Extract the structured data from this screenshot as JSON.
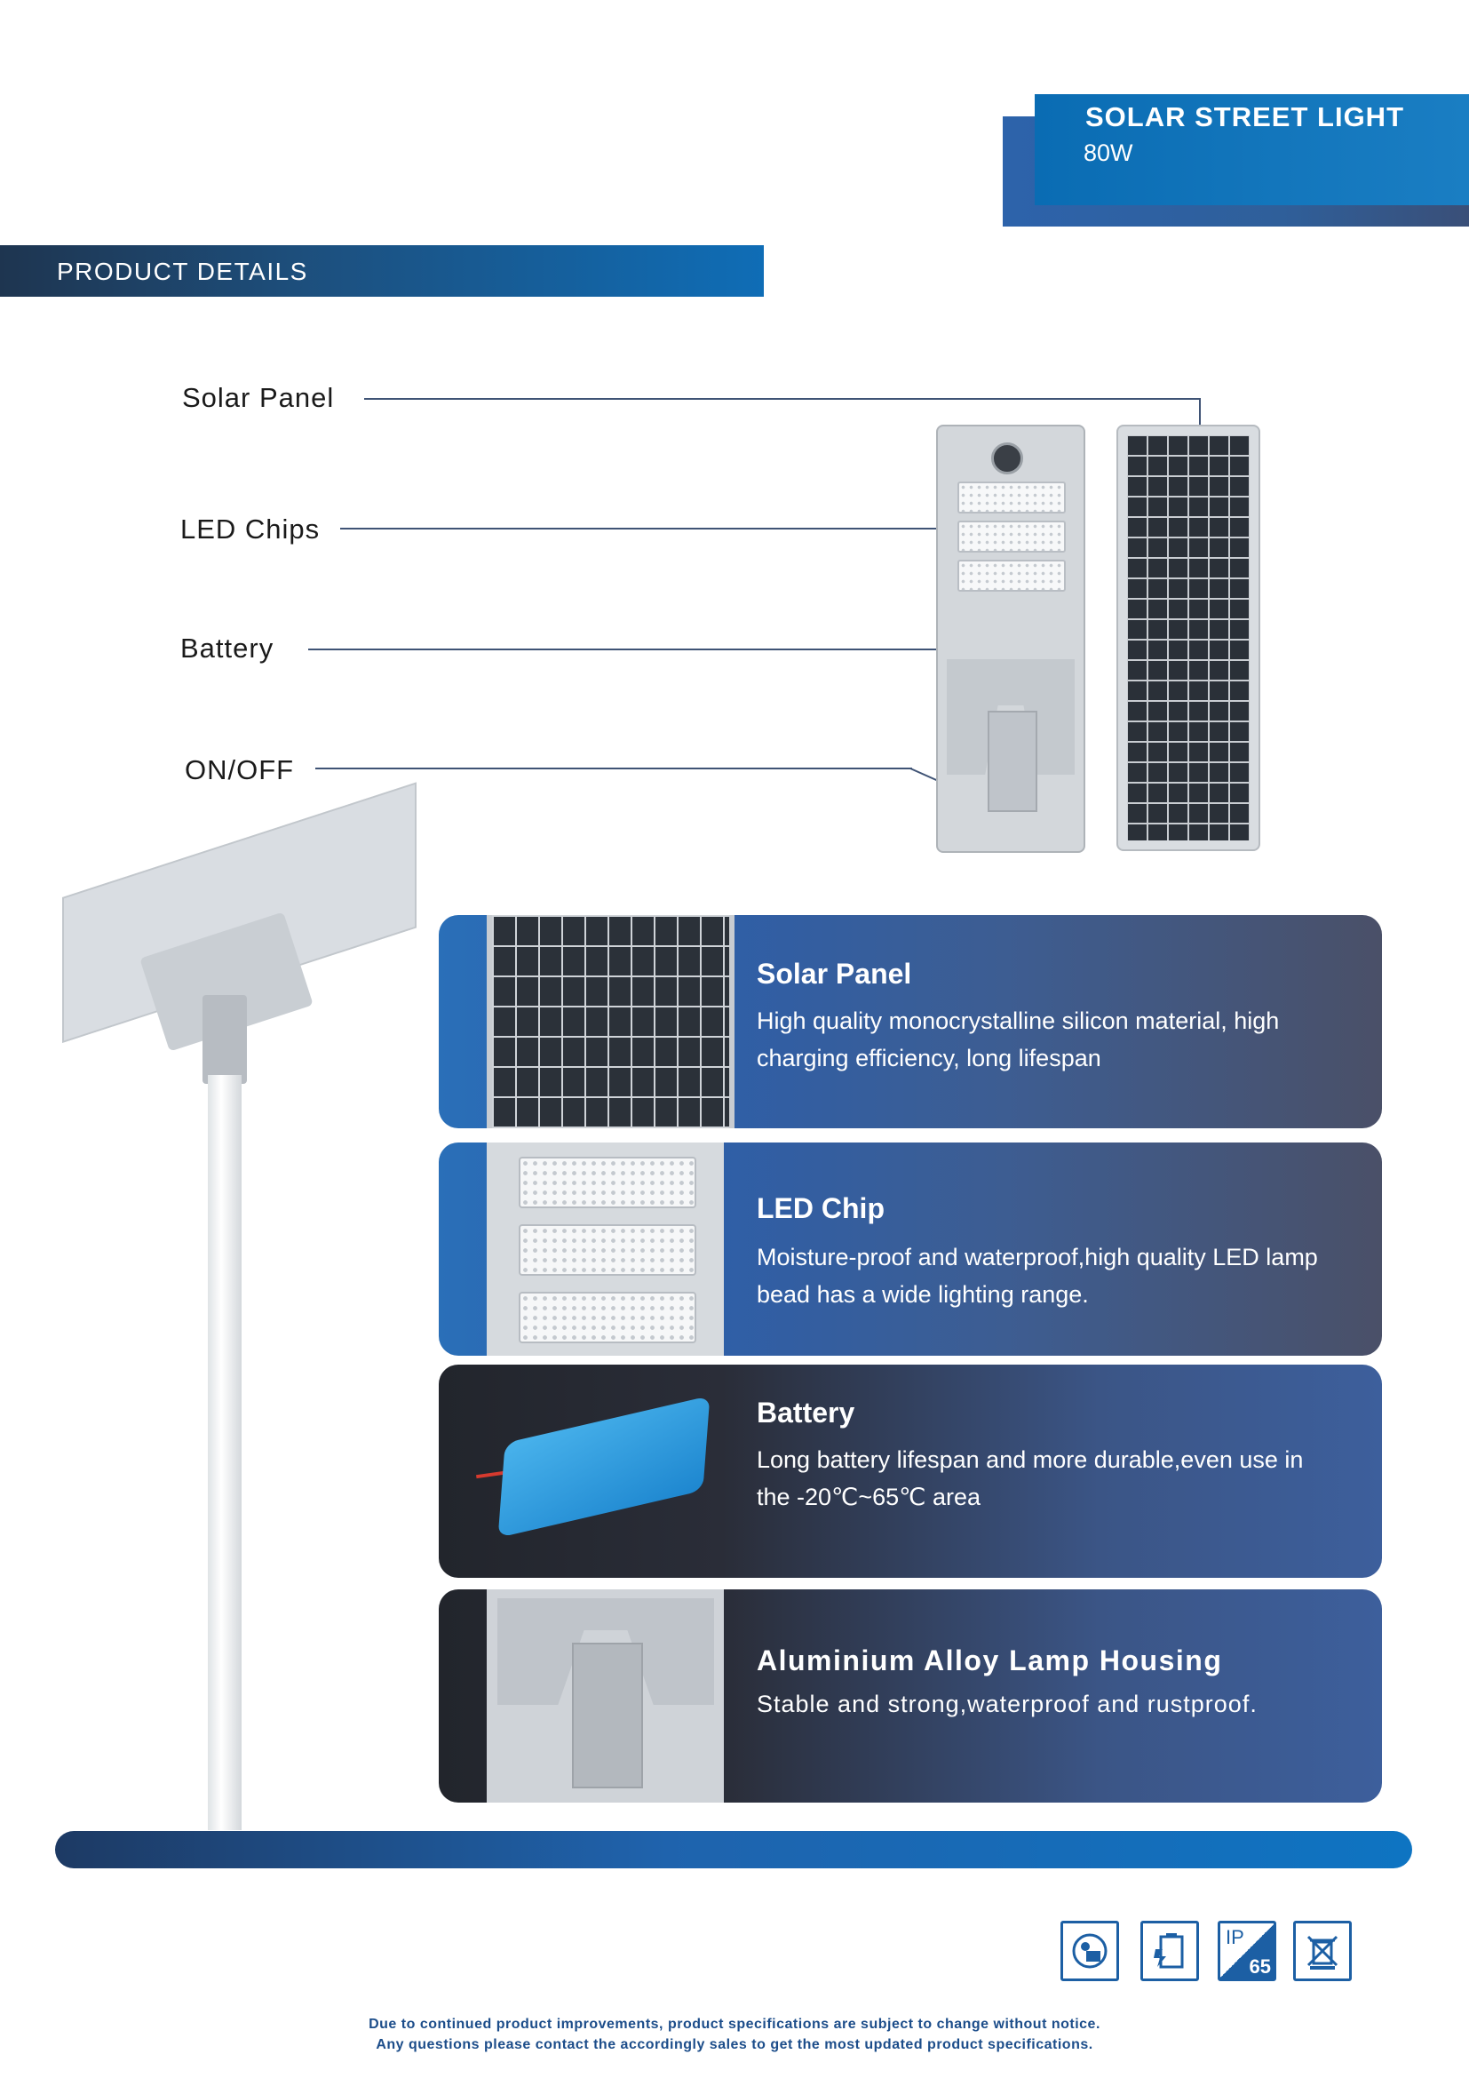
{
  "header": {
    "title": "SOLAR STREET LIGHT",
    "subtitle": "80W"
  },
  "section": {
    "label": "PRODUCT DETAILS"
  },
  "callouts": [
    {
      "label": "Solar Panel"
    },
    {
      "label": "LED Chips"
    },
    {
      "label": "Battery"
    },
    {
      "label": "ON/OFF"
    }
  ],
  "features": [
    {
      "title": "Solar Panel",
      "description": "High quality monocrystalline silicon material, high charging efficiency, long lifespan"
    },
    {
      "title": "LED Chip",
      "description": "Moisture-proof and waterproof,high quality LED lamp bead has a wide lighting range."
    },
    {
      "title": "Battery",
      "description": "Long battery lifespan and more durable,even use in the -20℃~65℃ area"
    },
    {
      "title": "Aluminium Alloy Lamp Housing",
      "description": "Stable and strong,waterproof and rustproof."
    }
  ],
  "certifications": [
    {
      "icon": "solar-sun-icon"
    },
    {
      "icon": "battery-charge-icon"
    },
    {
      "icon": "ip-rating-icon",
      "text_top": "IP",
      "text_num": "65"
    },
    {
      "icon": "weee-bin-icon"
    }
  ],
  "footer": {
    "line1": "Due to continued product improvements, product specifications are subject to change without notice.",
    "line2": "Any questions please contact the accordingly sales to get the most updated product specifications."
  },
  "colors": {
    "brand_blue": "#0a6cb3",
    "dark_navy": "#1e3550",
    "accent": "#1c5fa4"
  }
}
